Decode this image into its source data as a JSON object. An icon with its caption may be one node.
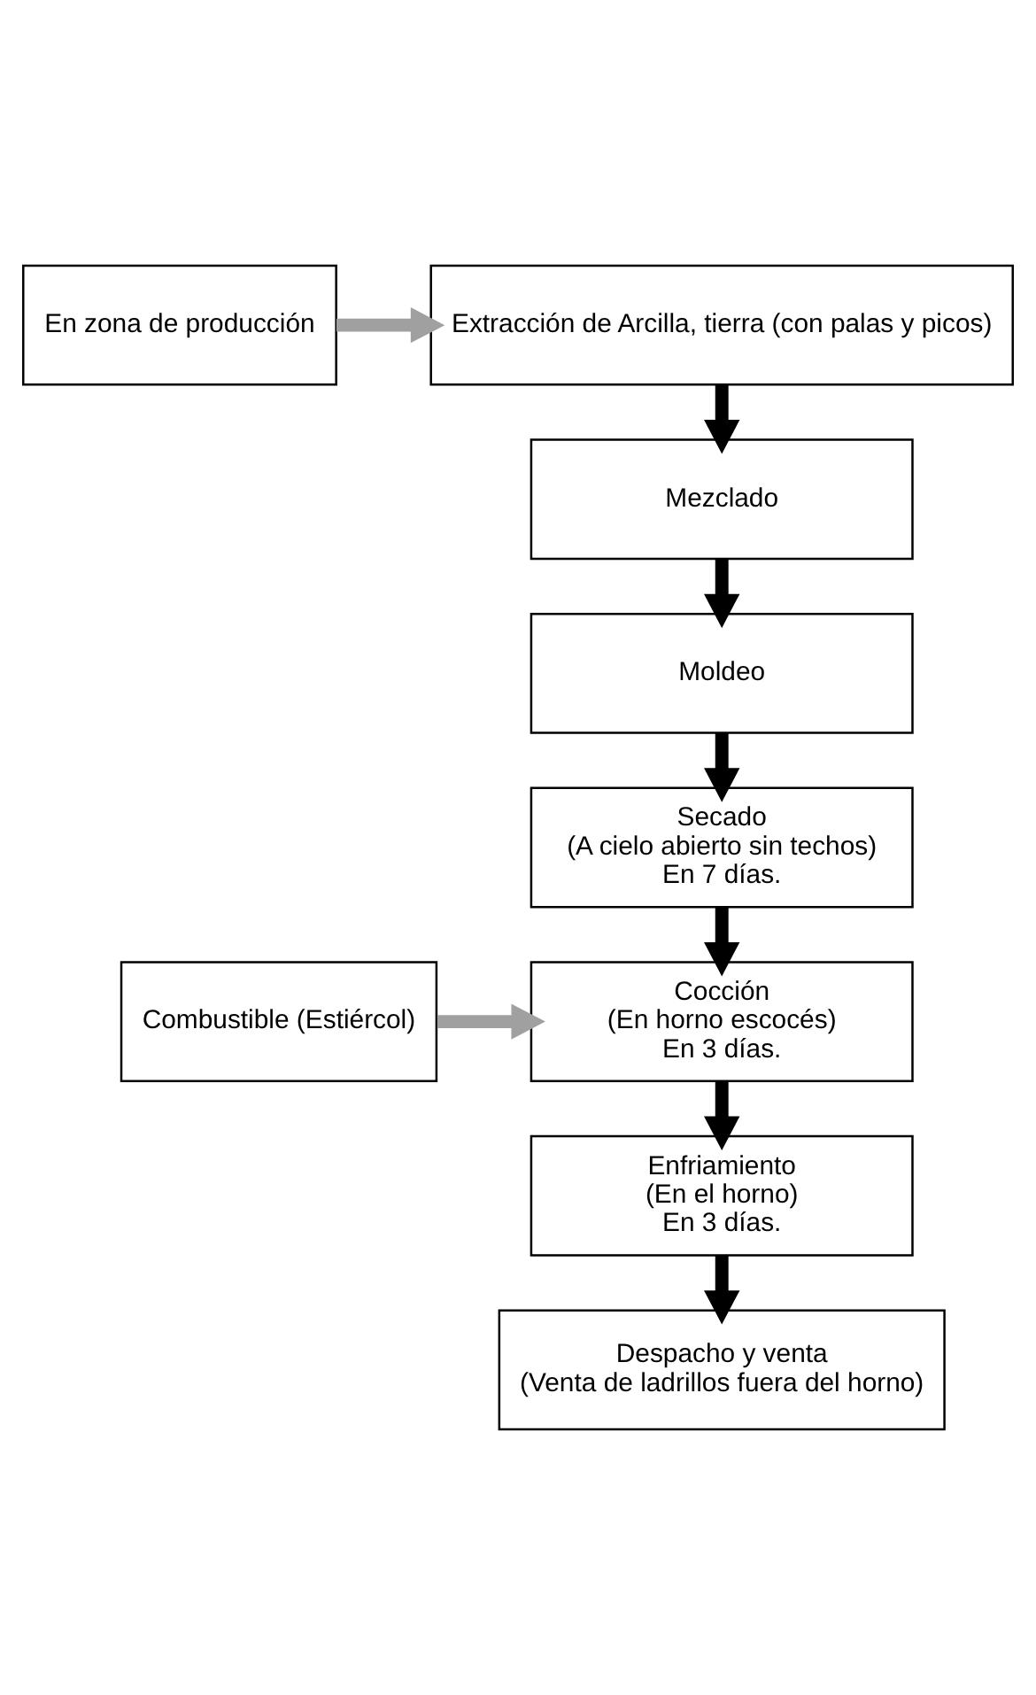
{
  "diagram": {
    "nodes": [
      {
        "text": [
          "En zona de producción"
        ]
      },
      {
        "text": [
          "Extracción de Arcilla, tierra (con palas y picos)"
        ]
      },
      {
        "text": [
          "Mezclado"
        ]
      },
      {
        "text": [
          "Moldeo"
        ]
      },
      {
        "text": [
          "Secado",
          "(A cielo abierto sin techos)",
          "En 7 días."
        ]
      },
      {
        "text": [
          "Combustible (Estiércol)"
        ]
      },
      {
        "text": [
          "Cocción",
          "(En horno escocés)",
          "En 3 días."
        ]
      },
      {
        "text": [
          "Enfriamiento",
          "(En el horno)",
          "En 3 días."
        ]
      },
      {
        "text": [
          "Despacho y venta",
          "(Venta de ladrillos fuera del horno)"
        ]
      }
    ],
    "edges": [
      {
        "from": 0,
        "to": 1,
        "arrow": "to",
        "color": "#a0a0a0"
      },
      {
        "from": 1,
        "to": 2,
        "arrow": "to"
      },
      {
        "from": 2,
        "to": 3,
        "arrow": "to"
      },
      {
        "from": 3,
        "to": 4,
        "arrow": "to"
      },
      {
        "from": 4,
        "to": 6,
        "arrow": "to"
      },
      {
        "from": 5,
        "to": 6,
        "arrow": "to",
        "color": "#a0a0a0"
      },
      {
        "from": 6,
        "to": 7,
        "arrow": "to"
      },
      {
        "from": 7,
        "to": 8,
        "arrow": "to"
      }
    ]
  }
}
